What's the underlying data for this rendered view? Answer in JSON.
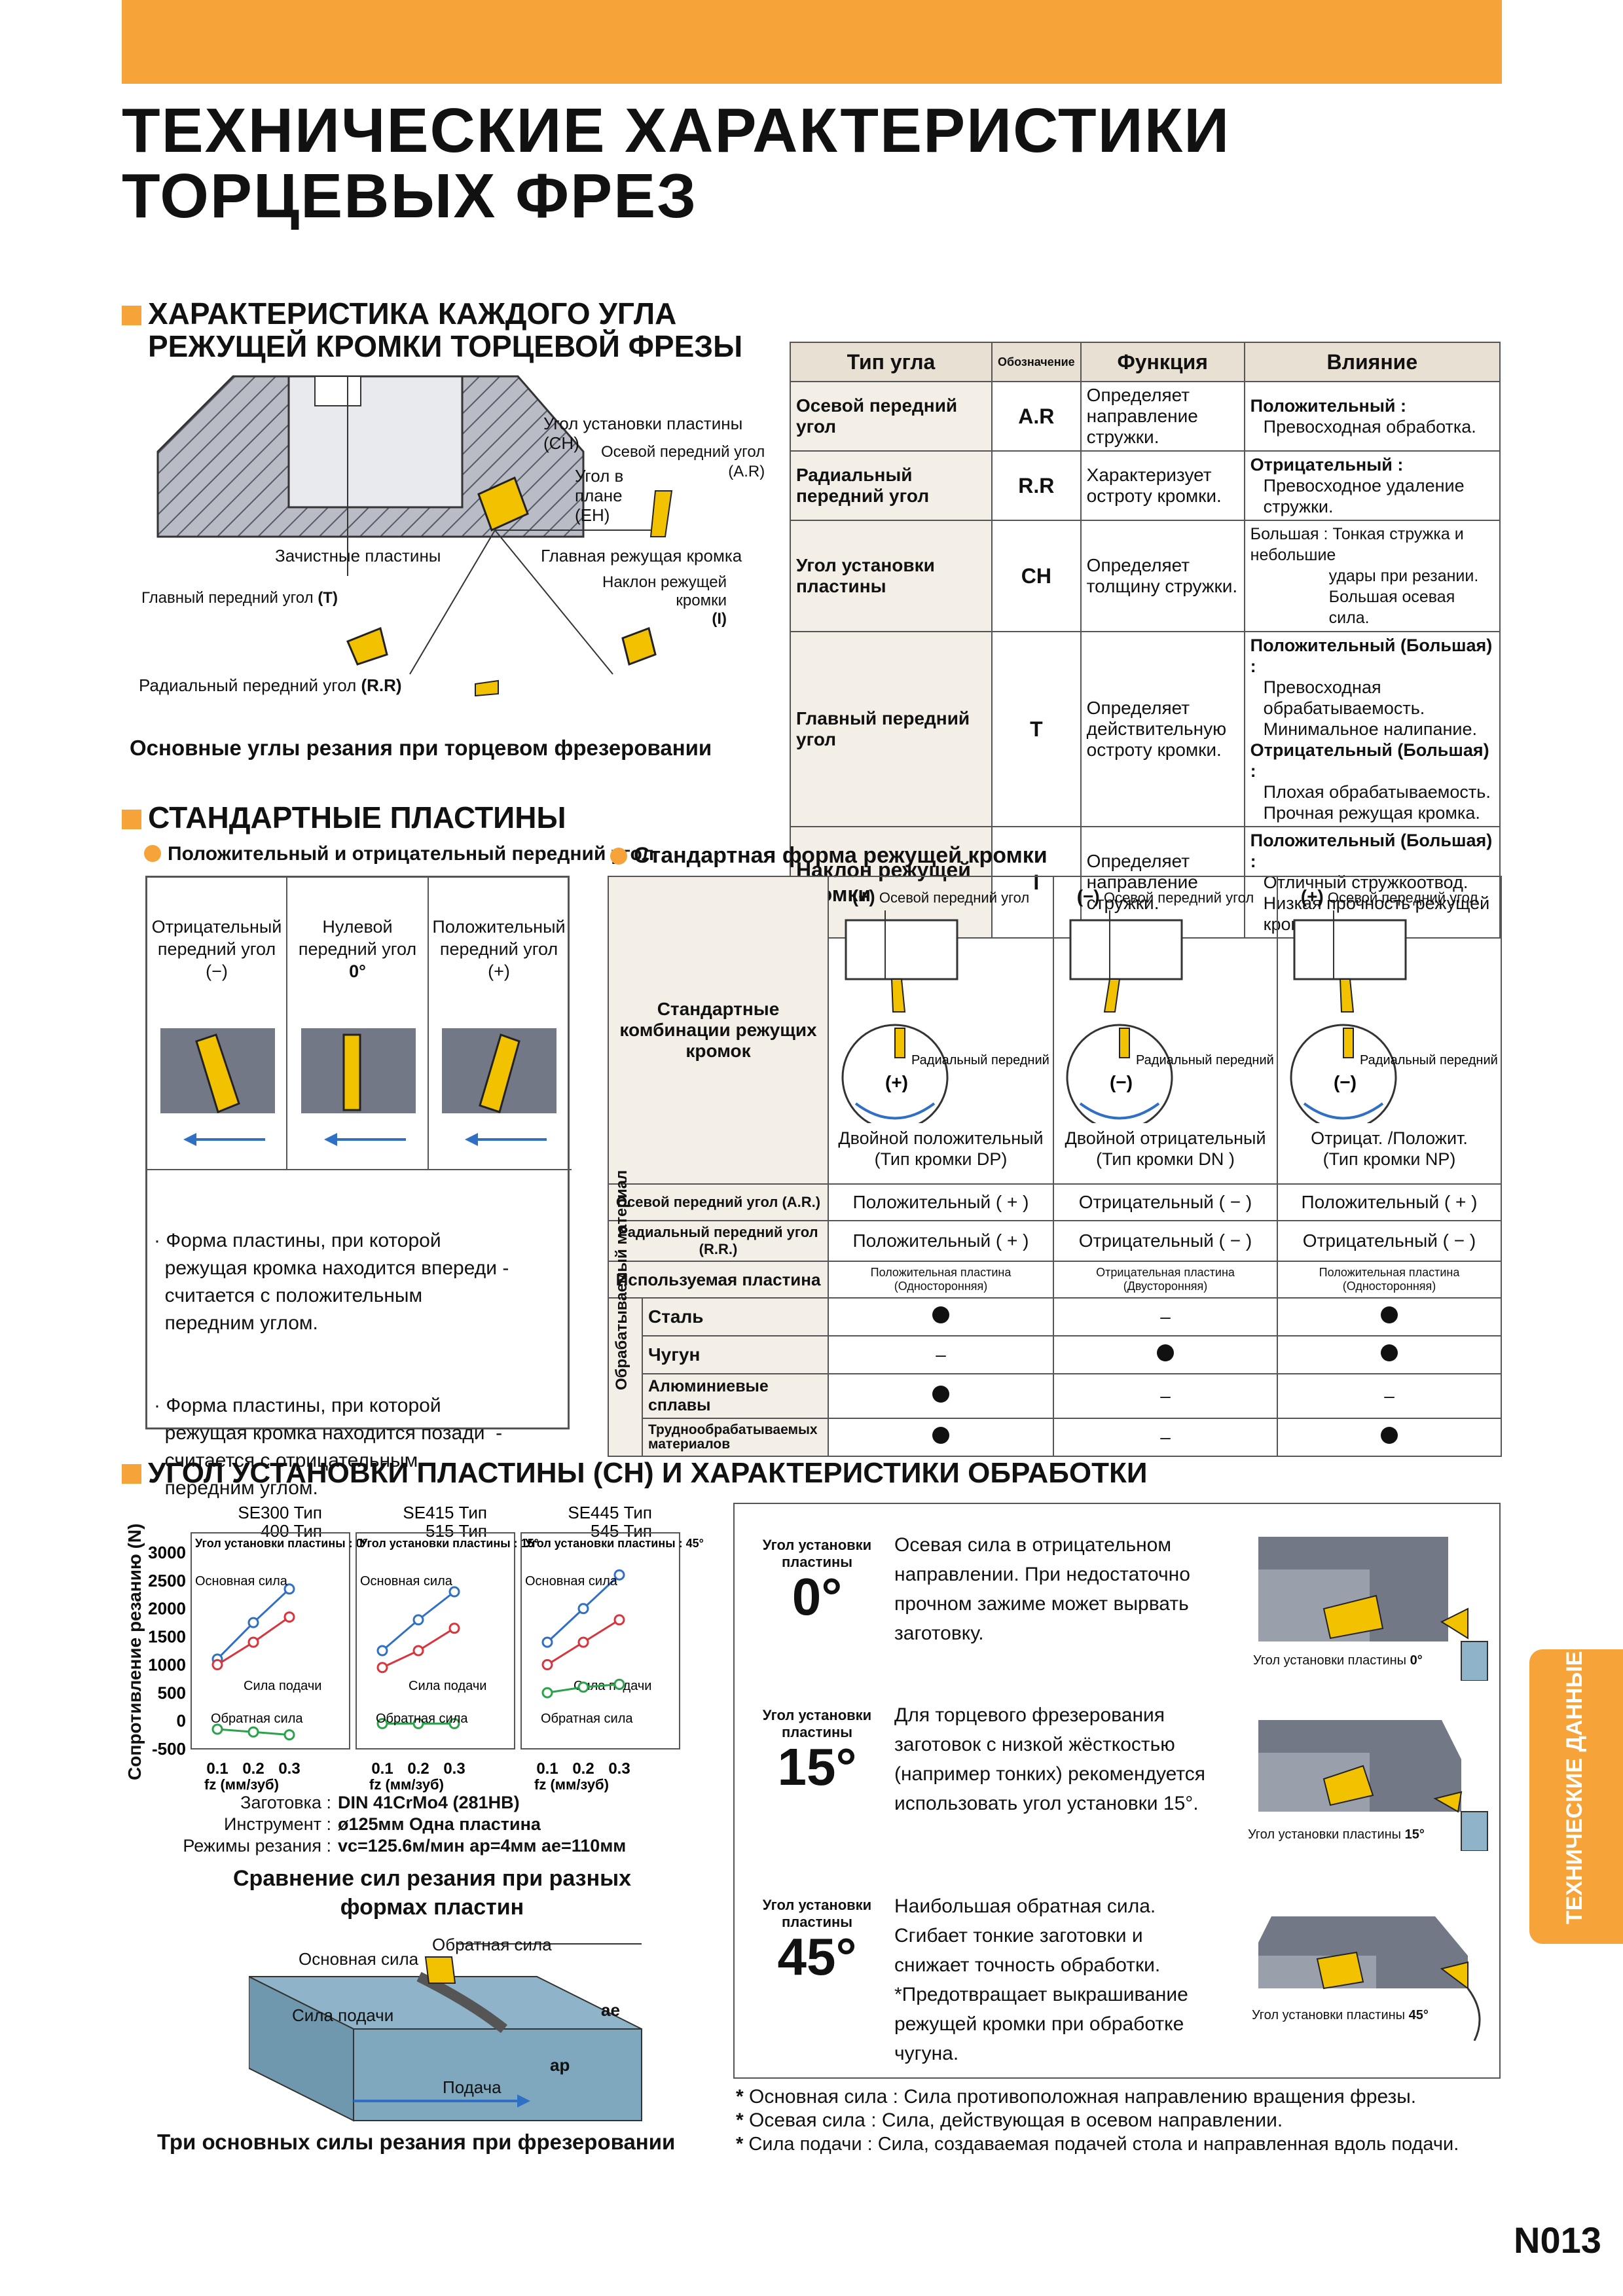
{
  "page": {
    "title_line1": "ТЕХНИЧЕСКИЕ ХАРАКТЕРИСТИКИ",
    "title_line2": "ТОРЦЕВЫХ ФРЕЗ",
    "page_number": "N013",
    "side_tab": "ТЕХНИЧЕСКИЕ ДАННЫЕ",
    "accent_color": "#f6a43a"
  },
  "section1": {
    "heading_line1": "ХАРАКТЕРИСТИКА КАЖДОГО УГЛА",
    "heading_line2": "РЕЖУЩЕЙ КРОМКИ ТОРЦЕВОЙ ФРЕЗЫ",
    "diagram": {
      "ch_label_1": "Угол установки пластины",
      "ch_label_2": "(CH)",
      "ar_label_1": "Осевой передний угол",
      "ar_label_2": "(A.R)",
      "eh_label_1": "Угол в",
      "eh_label_2": "плане",
      "eh_label_3": "(EH)",
      "finishing": "Зачистные пластины",
      "main_edge": "Главная режущая кромка",
      "t_label": "Главный передний угол",
      "t_code": "(T)",
      "i_label_1": "Наклон режущей",
      "i_label_2": "кромки",
      "i_code": "(I)",
      "rr_label": "Радиальный передний угол",
      "rr_code": "(R.R)",
      "caption": "Основные углы резания при торцевом фрезеровании"
    },
    "table": {
      "headers": [
        "Тип угла",
        "Обозначение",
        "Функция",
        "Влияние"
      ],
      "rows": [
        {
          "name": "Осевой передний угол",
          "code": "A.R",
          "function": "Определяет направление стружки.",
          "effect_lines": [
            {
              "t": "Положительный :",
              "b": true
            },
            {
              "t": "Превосходная обработка.",
              "b": false
            }
          ]
        },
        {
          "name": "Радиальный передний угол",
          "code": "R.R",
          "function": "Характеризует остроту кромки.",
          "effect_lines": [
            {
              "t": "Отрицательный :",
              "b": true
            },
            {
              "t": "Превосходное удаление стружки.",
              "b": false
            }
          ]
        },
        {
          "name": "Угол установки пластины",
          "code": "CH",
          "function": "Определяет толщину стружки.",
          "effect_lines": [
            {
              "t": "Большая : Тонкая стружка и небольшие",
              "b": false
            },
            {
              "t": "удары при резании.",
              "b": false
            },
            {
              "t": "Большая осевая сила.",
              "b": false
            }
          ]
        },
        {
          "name": "Главный передний угол",
          "code": "T",
          "function": "Определяет действительную остроту кромки.",
          "effect_lines": [
            {
              "t": "Положительный (Большая) :",
              "b": true
            },
            {
              "t": "Превосходная обрабатываемость.",
              "b": false
            },
            {
              "t": "Минимальное налипание.",
              "b": false
            },
            {
              "t": "Отрицательный (Большая) :",
              "b": true
            },
            {
              "t": "Плохая обрабатываемость.",
              "b": false
            },
            {
              "t": "Прочная режущая кромка.",
              "b": false
            }
          ]
        },
        {
          "name": "Наклон режущей кромки",
          "code": "I",
          "function": "Определяет направление стружки.",
          "effect_lines": [
            {
              "t": "Положительный (Большая) :",
              "b": true
            },
            {
              "t": "Отличный стружкоотвод.",
              "b": false
            },
            {
              "t": "Низкая прочность режущей кромки.",
              "b": false
            }
          ]
        }
      ]
    }
  },
  "section2": {
    "heading": "СТАНДАРТНЫЕ ПЛАСТИНЫ",
    "sub_left": "Положительный и отрицательный передний угол",
    "sub_right": "Стандартная форма режущей кромки",
    "inserts": [
      {
        "l1": "Отрицательный",
        "l2": "передний угол",
        "sign": "(−)"
      },
      {
        "l1": "Нулевой",
        "l2": "передний угол",
        "sign": "0°"
      },
      {
        "l1": "Положительный",
        "l2": "передний угол",
        "sign": "(+)"
      }
    ],
    "notes": [
      "· Форма пластины, при которой",
      "  режущая кромка находится впереди -",
      "  считается с положительным",
      "  передним углом.",
      "· Форма пластины, при которой",
      "  режущая кромка находится позади  -",
      "  считается с отрицательным",
      "  передним углом."
    ],
    "std_combo": "Стандартные комбинации режущих кромок",
    "ar_small": "Осевой передний угол",
    "rr_small": "Радиальный передний угол",
    "types": [
      {
        "ar_sign": "(+)",
        "rr_sign": "(+)",
        "l1": "Двойной положительный",
        "l2": "(Тип кромки DP)"
      },
      {
        "ar_sign": "(−)",
        "rr_sign": "(−)",
        "l1": "Двойной отрицательный",
        "l2": "(Тип кромки DN )"
      },
      {
        "ar_sign": "(+)",
        "rr_sign": "(−)",
        "l1": "Отрицат. /Положит.",
        "l2": "(Тип кромки NP)"
      }
    ],
    "rows": [
      {
        "label": "Осевой передний угол (A.R.)",
        "v": [
          "Положительный ( + )",
          "Отрицательный ( − )",
          "Положительный ( + )"
        ]
      },
      {
        "label": "Радиальный передний угол (R.R.)",
        "v": [
          "Положительный ( + )",
          "Отрицательный ( − )",
          "Отрицательный ( − )"
        ]
      },
      {
        "label": "Используемая пластина",
        "v": [
          "Положительная пластина (Односторонняя)",
          "Отрицательная пластина (Двусторонняя)",
          "Положительная пластина (Односторонняя)"
        ]
      }
    ],
    "material_group": "Обрабатываемый материал",
    "materials": [
      {
        "name": "Сталь",
        "v": [
          "dot",
          "–",
          "dot"
        ]
      },
      {
        "name": "Чугун",
        "v": [
          "–",
          "dot",
          "dot"
        ]
      },
      {
        "name": "Алюминиевые сплавы",
        "v": [
          "dot",
          "–",
          "–"
        ]
      },
      {
        "name": "Труднообрабатываемых материалов",
        "v": [
          "dot",
          "–",
          "dot"
        ]
      }
    ],
    "dash": "–"
  },
  "section3": {
    "heading": "УГОЛ УСТАНОВКИ ПЛАСТИНЫ (CH) И ХАРАКТЕРИСТИКИ ОБРАБОТКИ",
    "main_force": "Основная сила",
    "feed_force": "Сила подачи",
    "back_force": "Обратная сила",
    "fz": "fz (мм/зуб)",
    "y_axis_title": "Сопротивление резанию (N)",
    "conditions": [
      {
        "k": "Заготовка :",
        "v": "DIN 41CrMo4  (281HB)"
      },
      {
        "k": "Инструмент :",
        "v": "ø125мм   Одна пластина"
      },
      {
        "k": "Режимы резания :",
        "v": "vc=125.6м/мин  ap=4мм  ae=110мм"
      }
    ],
    "compare_title_1": "Сравнение сил резания при разных",
    "compare_title_2": "формах пластин",
    "block_labels": {
      "main": "Основная сила",
      "back": "Обратная сила",
      "feed": "Сила подачи",
      "ae": "ae",
      "ap": "ap",
      "feed_dir": "Подача"
    },
    "three_forces_caption": "Три основных силы резания при фрезеровании",
    "angle_label": "Угол установки пластины",
    "angles": [
      {
        "value": "0°",
        "lines": [
          "Осевая сила в отрицательном",
          "направлении. При недостаточно",
          "прочном зажиме может вырвать",
          "заготовку."
        ],
        "pic_label": "Угол установки пластины",
        "pic_value": "0°"
      },
      {
        "value": "15°",
        "lines": [
          "Для торцевого фрезерования",
          "заготовок с низкой жёсткостью",
          "(например тонких) рекомендуется",
          "использовать угол установки 15°."
        ],
        "pic_label": "Угол установки пластины",
        "pic_value": "15°"
      },
      {
        "value": "45°",
        "lines": [
          "Наибольшая обратная сила.",
          "Сгибает тонкие заготовки и",
          "снижает точность обработки.",
          "*Предотвращает выкрашивание",
          "  режущей кромки при обработке",
          "  чугуна."
        ],
        "pic_label": "Угол установки пластины",
        "pic_value": "45°"
      }
    ],
    "footnotes": [
      "Основная сила : Сила противоположная направлению вращения фрезы.",
      "Осевая сила : Сила, действующая в осевом направлении.",
      "Сила подачи : Сила, создаваемая подачей стола и направленная вдоль подачи."
    ],
    "footnote_mark": "*"
  },
  "chart_data": [
    {
      "type": "line",
      "title_top_1": "SE300 Тип",
      "title_top_2": "400 Тип",
      "panel_title": "Угол установки пластины : 0°",
      "x": [
        0.1,
        0.2,
        0.3
      ],
      "ylim": [
        -500,
        3000
      ],
      "yticks": [
        3000,
        2500,
        2000,
        1500,
        1000,
        500,
        0,
        -500
      ],
      "xlabel": "fz (мм/зуб)",
      "series": [
        {
          "name": "Основная сила",
          "values": [
            1100,
            1750,
            2350
          ],
          "color": "#2f6fc4"
        },
        {
          "name": "Сила подачи",
          "values": [
            1000,
            1400,
            1850
          ],
          "color": "#d8343c"
        },
        {
          "name": "Обратная сила",
          "values": [
            -150,
            -200,
            -250
          ],
          "color": "#2aa14a"
        }
      ]
    },
    {
      "type": "line",
      "title_top_1": "SE415 Тип",
      "title_top_2": "515 Тип",
      "panel_title": "Угол установки пластины : 15°",
      "x": [
        0.1,
        0.2,
        0.3
      ],
      "ylim": [
        -500,
        3000
      ],
      "xlabel": "fz (мм/зуб)",
      "series": [
        {
          "name": "Основная сила",
          "values": [
            1250,
            1800,
            2300
          ],
          "color": "#2f6fc4"
        },
        {
          "name": "Сила подачи",
          "values": [
            950,
            1250,
            1650
          ],
          "color": "#d8343c"
        },
        {
          "name": "Обратная сила",
          "values": [
            -50,
            -50,
            -50
          ],
          "color": "#2aa14a"
        }
      ]
    },
    {
      "type": "line",
      "title_top_1": "SE445 Тип",
      "title_top_2": "545 Тип",
      "panel_title": "Угол установки пластины : 45°",
      "x": [
        0.1,
        0.2,
        0.3
      ],
      "ylim": [
        -500,
        3000
      ],
      "xlabel": "fz (мм/зуб)",
      "series": [
        {
          "name": "Основная сила",
          "values": [
            1400,
            2000,
            2600
          ],
          "color": "#2f6fc4"
        },
        {
          "name": "Сила подачи",
          "values": [
            1000,
            1400,
            1800
          ],
          "color": "#d8343c"
        },
        {
          "name": "Обратная сила",
          "values": [
            500,
            600,
            650
          ],
          "color": "#2aa14a"
        }
      ]
    }
  ]
}
